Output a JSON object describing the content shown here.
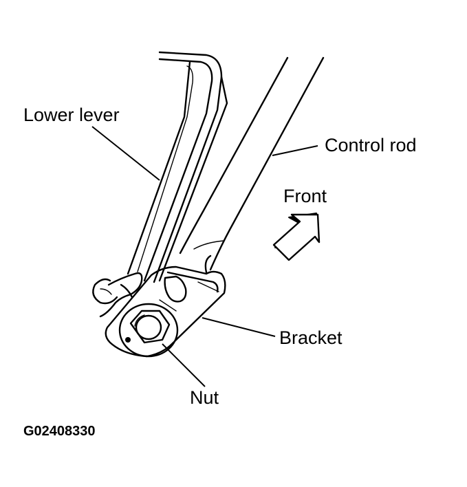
{
  "labels": {
    "lower_lever": "Lower lever",
    "control_rod": "Control rod",
    "front": "Front",
    "bracket": "Bracket",
    "nut": "Nut"
  },
  "figure_code": "G02408330"
}
